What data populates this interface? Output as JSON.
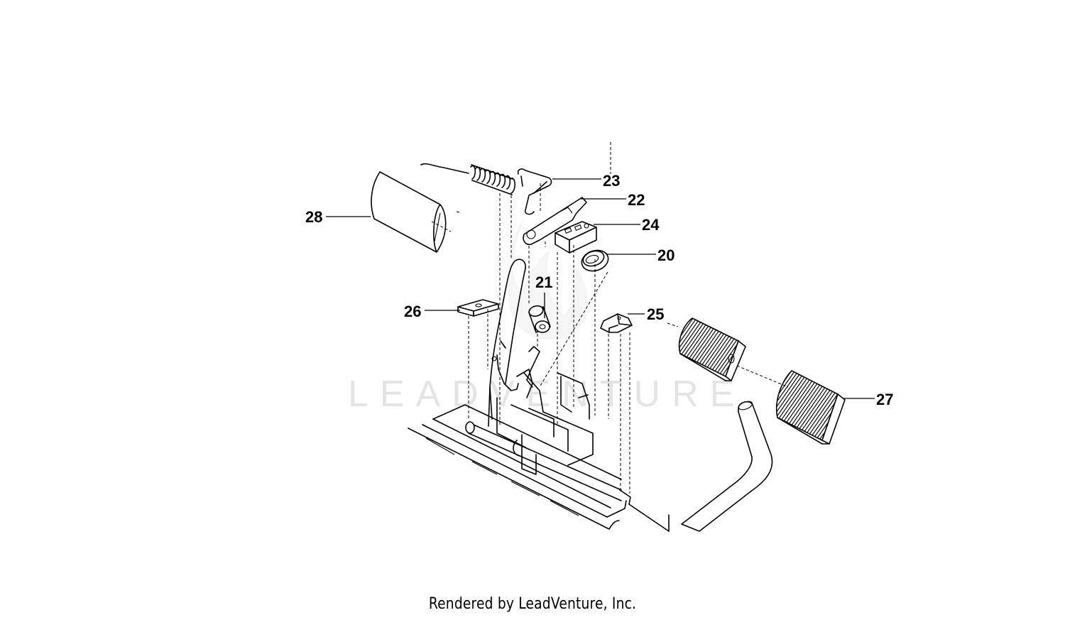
{
  "watermark": {
    "text": "LEADVENTURE"
  },
  "callouts": [
    {
      "id": "23",
      "label": "23"
    },
    {
      "id": "22",
      "label": "22"
    },
    {
      "id": "24",
      "label": "24"
    },
    {
      "id": "20",
      "label": "20"
    },
    {
      "id": "28",
      "label": "28"
    },
    {
      "id": "21",
      "label": "21"
    },
    {
      "id": "26",
      "label": "26"
    },
    {
      "id": "25",
      "label": "25"
    },
    {
      "id": "27",
      "label": "27"
    }
  ],
  "footer": {
    "text": "Rendered by LeadVenture, Inc."
  }
}
